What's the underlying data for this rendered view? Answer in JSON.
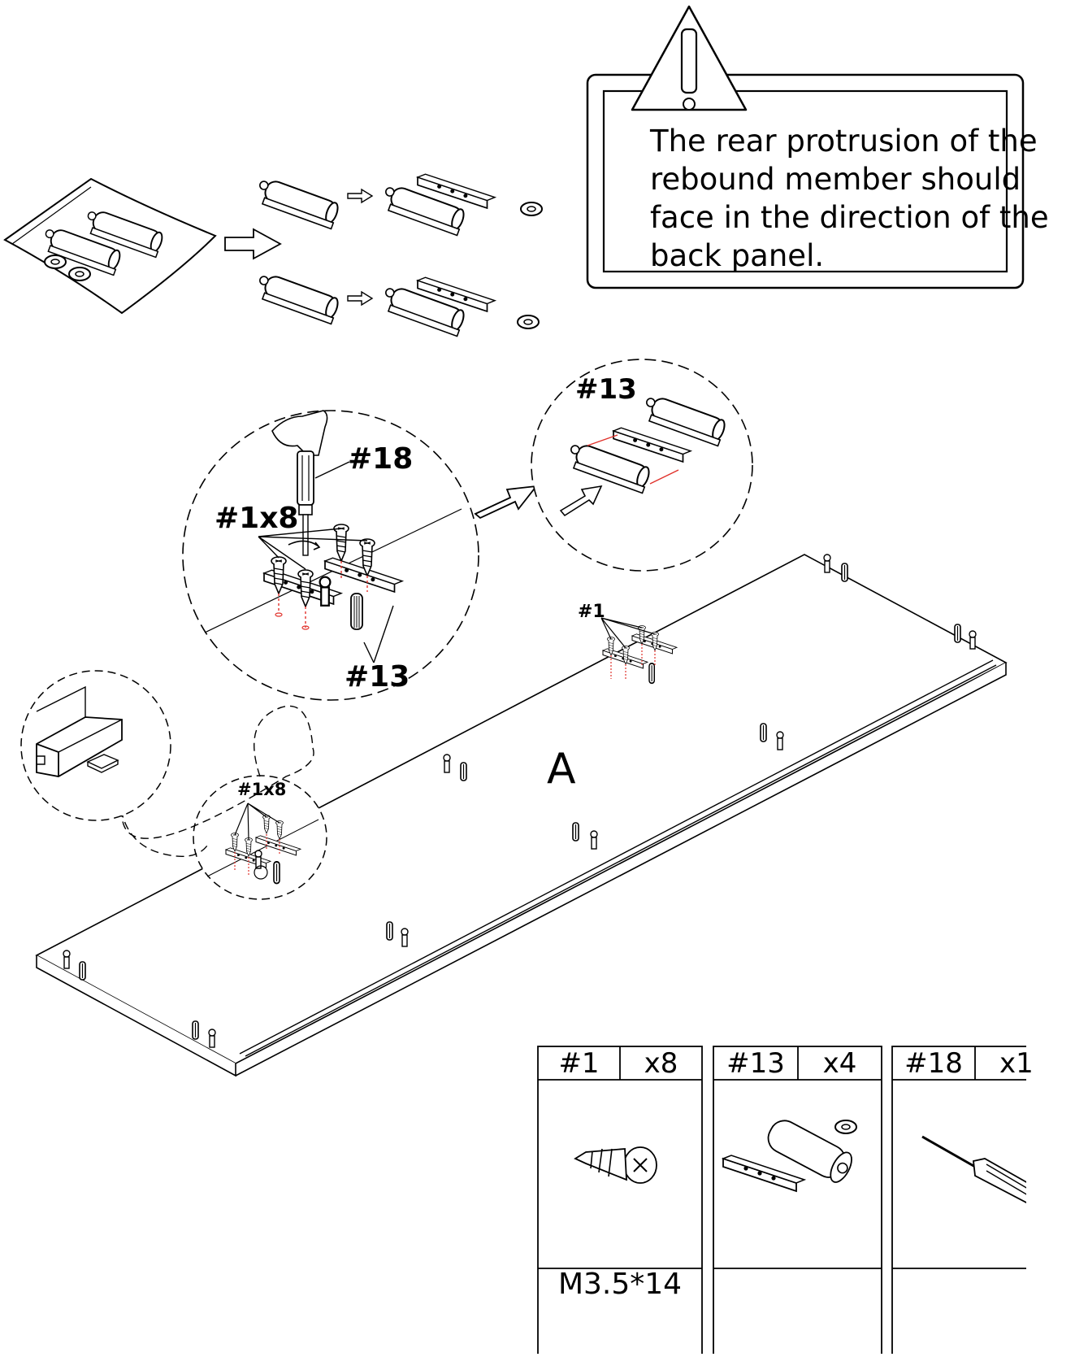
{
  "warning": {
    "text": "The rear protrusion of the rebound member should face in the direction of the back panel."
  },
  "callouts": {
    "detail_top_part": "#13",
    "tool": "#18",
    "screws_large": "#1x8",
    "part_large": "#13",
    "screw_on_panel": "#1",
    "screws_small": "#1x8"
  },
  "panel_label": "A",
  "parts_table": [
    {
      "id": "#1",
      "qty": "x8",
      "spec": "M3.5*14",
      "icon": "countersunk-screw-icon"
    },
    {
      "id": "#13",
      "qty": "x4",
      "spec": "",
      "icon": "push-latch-icon"
    },
    {
      "id": "#18",
      "qty": "x1",
      "spec": "",
      "icon": "screwdriver-icon"
    }
  ],
  "colors": {
    "line": "#000000",
    "guide": "#e0312b",
    "background": "#ffffff"
  }
}
